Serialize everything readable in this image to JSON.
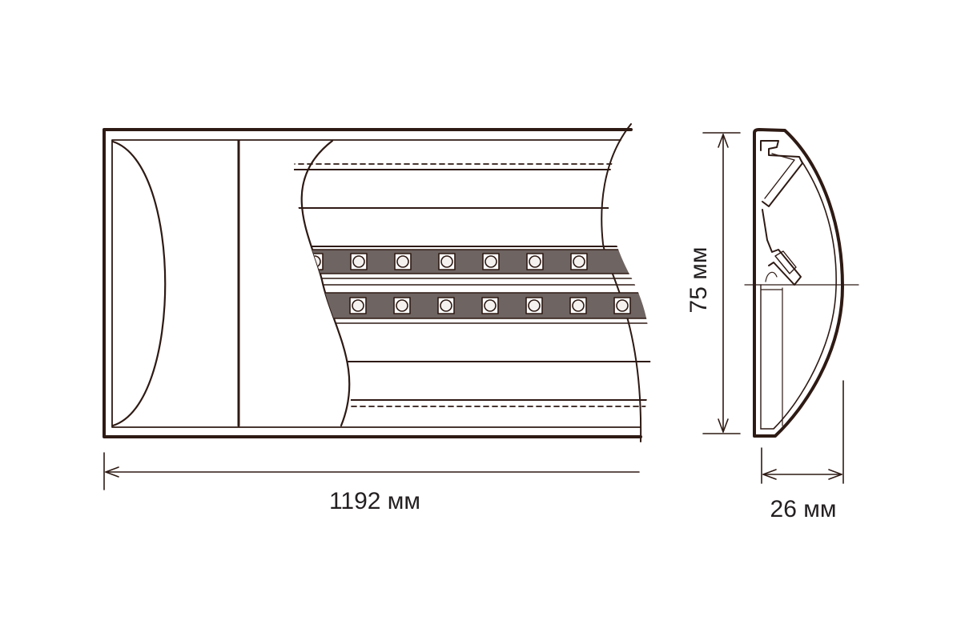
{
  "labels": {
    "length": "1192 мм",
    "height": "75 мм",
    "depth": "26 мм"
  },
  "led_rows": [
    {
      "name": "upper",
      "led_count": 7
    },
    {
      "name": "lower",
      "led_count": 7
    }
  ],
  "colors": {
    "line": "#2e1a14",
    "led_band": "#6e6461",
    "led_body": "#f4f1ef",
    "background": "#ffffff",
    "dimension_text": "#231f20"
  }
}
